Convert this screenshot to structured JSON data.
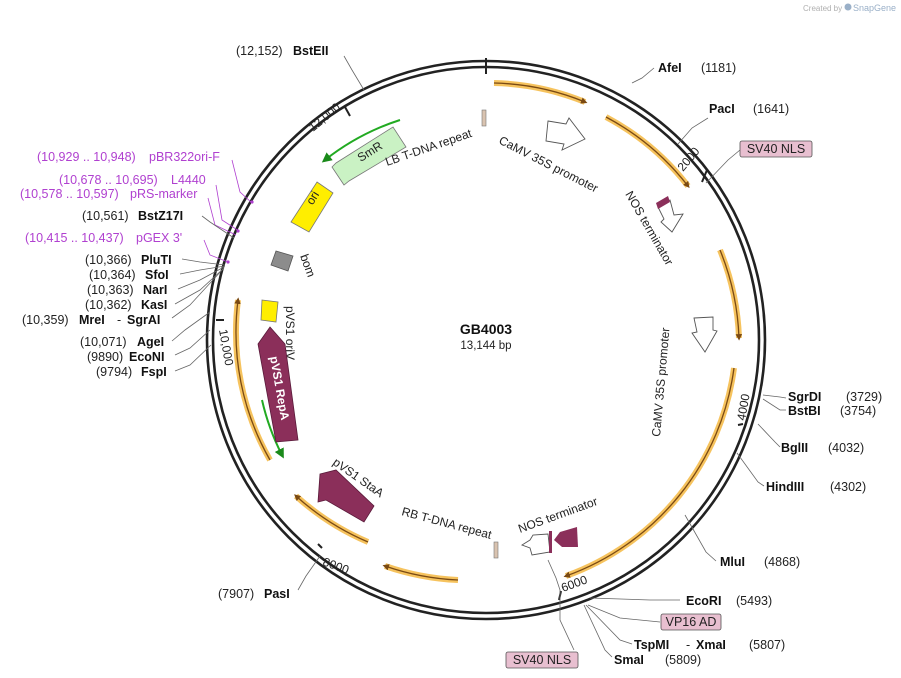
{
  "credit": {
    "text": "Created by",
    "brand": "SnapGene"
  },
  "plasmid": {
    "name": "GB4003",
    "size": "13,144 bp"
  },
  "ticks": {
    "t2000": "2000",
    "t4000": "4000",
    "t6000": "6000",
    "t8000": "8000",
    "t10000": "10,000",
    "t12000": "12,000"
  },
  "enzymes_right": {
    "AfeI": {
      "name": "AfeI",
      "pos": "(1181)"
    },
    "PacI": {
      "name": "PacI",
      "pos": "(1641)"
    },
    "SgrDI": {
      "name": "SgrDI",
      "pos": "(3729)"
    },
    "BstBI": {
      "name": "BstBI",
      "pos": "(3754)"
    },
    "BglII": {
      "name": "BglII",
      "pos": "(4032)"
    },
    "HindIII": {
      "name": "HindIII",
      "pos": "(4302)"
    },
    "MluI": {
      "name": "MluI",
      "pos": "(4868)"
    },
    "EcoRI": {
      "name": "EcoRI",
      "pos": "(5493)"
    },
    "TspMI_XmaI": {
      "name": "TspMI",
      "sep": "-",
      "name2": "XmaI",
      "pos": "(5807)"
    },
    "SmaI": {
      "name": "SmaI",
      "pos": "(5809)"
    }
  },
  "enzymes_left": {
    "BstEII": {
      "name": "BstEII",
      "pos": "(12,152)"
    },
    "BstZ17I": {
      "name": "BstZ17I",
      "pos": "(10,561)"
    },
    "PluTI": {
      "name": "PluTI",
      "pos": "(10,366)"
    },
    "SfoI": {
      "name": "SfoI",
      "pos": "(10,364)"
    },
    "NarI": {
      "name": "NarI",
      "pos": "(10,363)"
    },
    "KasI": {
      "name": "KasI",
      "pos": "(10,362)"
    },
    "MreI_SgrAI": {
      "name": "MreI",
      "sep": "-",
      "name2": "SgrAI",
      "pos": "(10,359)"
    },
    "AgeI": {
      "name": "AgeI",
      "pos": "(10,071)"
    },
    "EcoNI": {
      "name": "EcoNI",
      "pos": "(9890)"
    },
    "FspI": {
      "name": "FspI",
      "pos": "(9794)"
    },
    "PasI": {
      "name": "PasI",
      "pos": "(7907)"
    }
  },
  "primers": {
    "pBR322ori_F": {
      "range": "(10,929 .. 10,948)",
      "name": "pBR322ori-F"
    },
    "L4440": {
      "range": "(10,678 .. 10,695)",
      "name": "L4440"
    },
    "pRS_marker": {
      "range": "(10,578 .. 10,597)",
      "name": "pRS-marker"
    },
    "pGEX3": {
      "range": "(10,415 .. 10,437)",
      "name": "pGEX 3'"
    }
  },
  "boxed_features": {
    "sv40_top": "SV40 NLS",
    "vp16": "VP16 AD",
    "sv40_bottom": "SV40 NLS"
  },
  "features": {
    "lb_repeat": "LB T-DNA repeat",
    "camv_top": "CaMV 35S promoter",
    "nos_top": "NOS terminator",
    "camv_right": "CaMV 35S promoter",
    "nos_bottom": "NOS terminator",
    "rb_repeat": "RB T-DNA repeat",
    "smr": "SmR",
    "ori": "ori",
    "bom": "bom",
    "pvs1_oriv": "pVS1 oriV",
    "pvs1_repa": "pVS1 RepA",
    "pvs1_staa": "pVS1 StaA"
  },
  "colors": {
    "backbone": "#222222",
    "orf_orange": "#f5b942",
    "orf_brown": "#7a4a14",
    "smr_green": "#caf2c4",
    "ori_yellow": "#ffee00",
    "repa_maroon": "#8b2f5a",
    "primer_purple": "#b040d0",
    "pink_box": "#e8bfd0",
    "bom_gray": "#8c8c8c",
    "arrow_green": "#22aa22"
  }
}
